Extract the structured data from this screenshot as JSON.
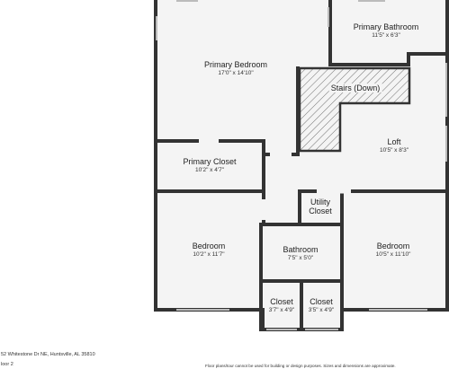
{
  "rooms": {
    "primary_bathroom": {
      "name": "Primary Bathroom",
      "dims": "11'5\" x 6'3\""
    },
    "primary_bedroom": {
      "name": "Primary Bedroom",
      "dims": "17'0\" x 14'10\""
    },
    "stairs": {
      "name": "Stairs (Down)"
    },
    "loft": {
      "name": "Loft",
      "dims": "10'5\" x 8'3\""
    },
    "primary_closet": {
      "name": "Primary Closet",
      "dims": "10'2\" x 4'7\""
    },
    "utility_closet": {
      "name": "Utility\nCloset"
    },
    "bedroom_left": {
      "name": "Bedroom",
      "dims": "10'2\" x 11'7\""
    },
    "bathroom": {
      "name": "Bathroom",
      "dims": "7'5\" x 5'0\""
    },
    "bedroom_right": {
      "name": "Bedroom",
      "dims": "10'5\" x 11'10\""
    },
    "closet_left": {
      "name": "Closet",
      "dims": "3'7\" x 4'9\""
    },
    "closet_right": {
      "name": "Closet",
      "dims": "3'5\" x 4'9\""
    }
  },
  "footer": {
    "address": "52 Whitestone Dr NE, Huntsville, AL 35810",
    "floor": "loor 2",
    "disclaimer": "Floor plans/tour cannot be used for building or design purposes. Sizes and dimensions are approximate."
  }
}
